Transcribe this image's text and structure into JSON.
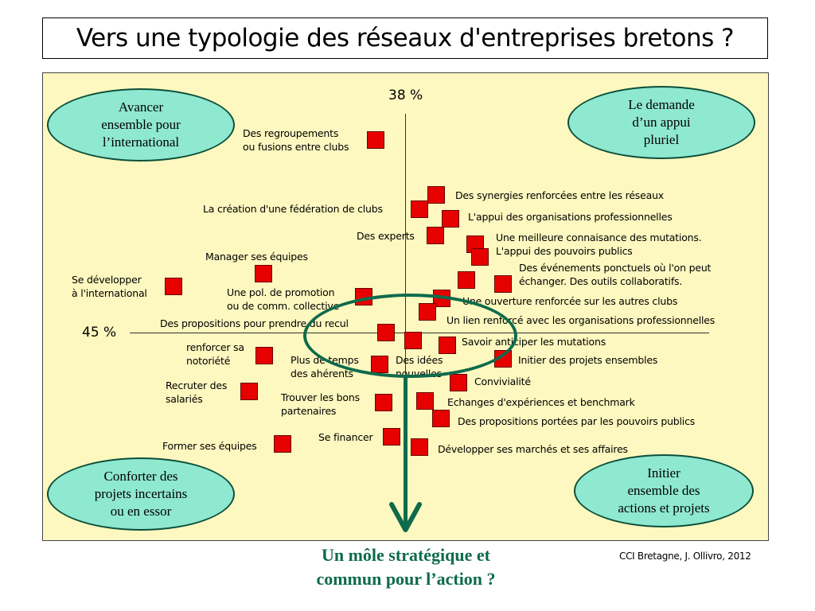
{
  "title": "Vers une typologie des réseaux d'entreprises bretons ?",
  "axes": {
    "vertical_label": "38 %",
    "horizontal_label": "45 %"
  },
  "quadrants": {
    "top_left": "Avancer\nensemble pour\nl’international",
    "top_right": "Le demande\nd’un appui\npluriel",
    "bottom_left": "Conforter des\nprojets incertains\nou en essor",
    "bottom_right": "Initier\nensemble des\nactions et projets"
  },
  "items": [
    "Des regroupements\nou fusions entre clubs",
    "Des synergies renforcées entre les réseaux",
    "La création d'une fédération de clubs",
    "L'appui des organisations professionnelles",
    "Des experts",
    "Une meilleure connaisance des mutations.\nL'appui des pouvoirs publics",
    "Manager ses équipes",
    "Des événements ponctuels où l'on peut\néchanger. Des outils collaboratifs.",
    "Se développer\nà l'international",
    "Une pol. de promotion\nou de comm. collective",
    "Une ouverture renforcée sur les autres clubs",
    "Un lien renforcé avec les organisations professionnelles",
    "Des propositions pour prendre du recul",
    "Savoir anticiper les mutations",
    "renforcer sa\nnotoriété",
    "Plus de temps\ndes ahérents",
    "Des idées\nnouvelles",
    "Initier des projets ensembles",
    "Convivialité",
    "Recruter des\nsalariés",
    "Trouver les bons\npartenaires",
    "Echanges d'expériences et benchmark",
    "Des propositions portées par les pouvoirs publics",
    "Se financer",
    "Former ses équipes",
    "Développer ses marchés et ses affaires"
  ],
  "conclusion": "Un môle stratégique et\ncommun pour l’action ?",
  "credit": "CCI Bretagne, J. Ollivro, 2012",
  "colors": {
    "marker": "#e60000",
    "ellipse_fill": "#8fe8d0",
    "accent": "#0e6b4c",
    "panel": "#fdf8bf"
  }
}
